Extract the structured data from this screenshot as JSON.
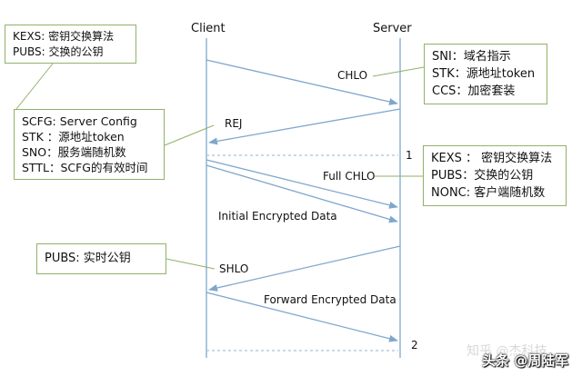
{
  "actors": {
    "client": "Client",
    "server": "Server"
  },
  "messages": {
    "chlo": "CHLO",
    "rej": "REJ",
    "full_chlo": "Full CHLO",
    "initial_data": "Initial Encrypted Data",
    "shlo": "SHLO",
    "forward_data": "Forward Encrypted Data"
  },
  "markers": {
    "one": "1",
    "two": "2"
  },
  "notes": {
    "kexs_pubs": [
      "KEXS: 密钥交换算法",
      "PUBS: 交换的公钥"
    ],
    "sni": [
      "SNI：域名指示",
      "STK：源地址token",
      "CCS：加密套装"
    ],
    "scfg": [
      "SCFG: Server Config",
      "STK ：源地址token",
      "SNO：服务端随机数",
      "STTL：SCFG的有效时间"
    ],
    "full_chlo_params": [
      "KEXS ： 密钥交换算法",
      "PUBS：交换的公钥",
      "NONC: 客户端随机数"
    ],
    "pubs_realtime": [
      "PUBS: 实时公钥"
    ]
  },
  "watermark": {
    "faint": "知乎 @杰科技",
    "main": "头条 @周陆军"
  },
  "colors": {
    "line": "#7fa7cc",
    "note_border": "#8fb26a",
    "dashed": "#a9c3dc"
  }
}
